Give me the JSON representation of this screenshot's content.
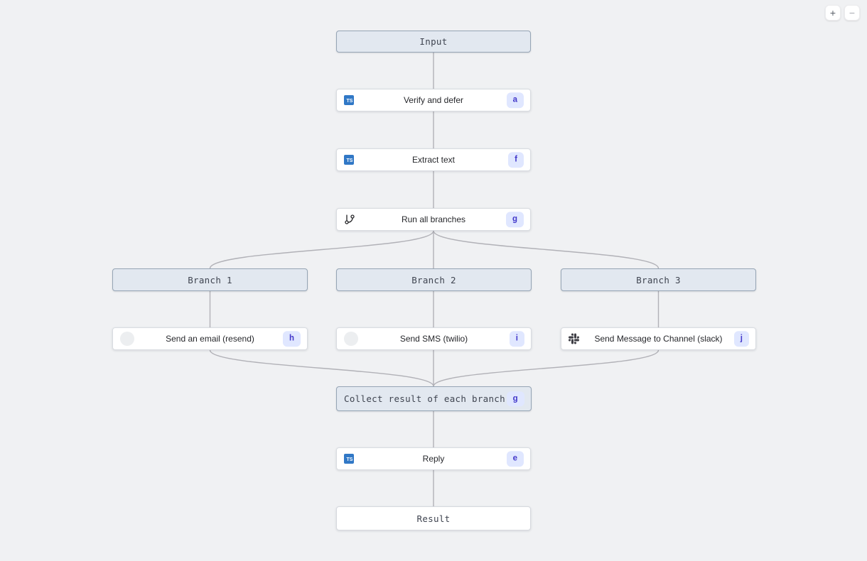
{
  "app": {
    "background": "#f0f1f3",
    "edge_color": "#b1b1b7"
  },
  "controls": {
    "zoom_in": "+",
    "zoom_out": "−"
  },
  "palette": {
    "header_bg": "#e2e8f0",
    "header_border": "#96a5b5",
    "task_bg": "#ffffff",
    "task_border": "#d9dce1",
    "badge_bg": "#e0e7ff",
    "badge_text": "#4338ca",
    "typescript_blue": "#3178c6",
    "slack_icon_color": "#3f3f46"
  },
  "icons": {
    "typescript_label": "TS"
  },
  "nodes": [
    {
      "id": "input",
      "kind": "header",
      "label": "Input"
    },
    {
      "id": "verify",
      "kind": "task",
      "label": "Verify and defer",
      "badge": "a",
      "icon": "typescript-icon"
    },
    {
      "id": "extract",
      "kind": "task",
      "label": "Extract text",
      "badge": "f",
      "icon": "typescript-icon"
    },
    {
      "id": "run-all",
      "kind": "task",
      "label": "Run all branches",
      "badge": "g",
      "icon": "git-branch-icon"
    },
    {
      "id": "branch-1",
      "kind": "header",
      "label": "Branch 1"
    },
    {
      "id": "branch-2",
      "kind": "header",
      "label": "Branch 2"
    },
    {
      "id": "branch-3",
      "kind": "header",
      "label": "Branch 3"
    },
    {
      "id": "send-email",
      "kind": "task",
      "label": "Send an email (resend)",
      "badge": "h",
      "icon": "resend-icon"
    },
    {
      "id": "send-sms",
      "kind": "task",
      "label": "Send SMS (twilio)",
      "badge": "i",
      "icon": "twilio-icon"
    },
    {
      "id": "send-slack",
      "kind": "task",
      "label": "Send Message to Channel (slack)",
      "badge": "j",
      "icon": "slack-icon"
    },
    {
      "id": "collect",
      "kind": "header",
      "label": "Collect result of each branch",
      "badge": "g"
    },
    {
      "id": "reply",
      "kind": "task",
      "label": "Reply",
      "badge": "e",
      "icon": "typescript-icon"
    },
    {
      "id": "result",
      "kind": "result",
      "label": "Result"
    }
  ]
}
